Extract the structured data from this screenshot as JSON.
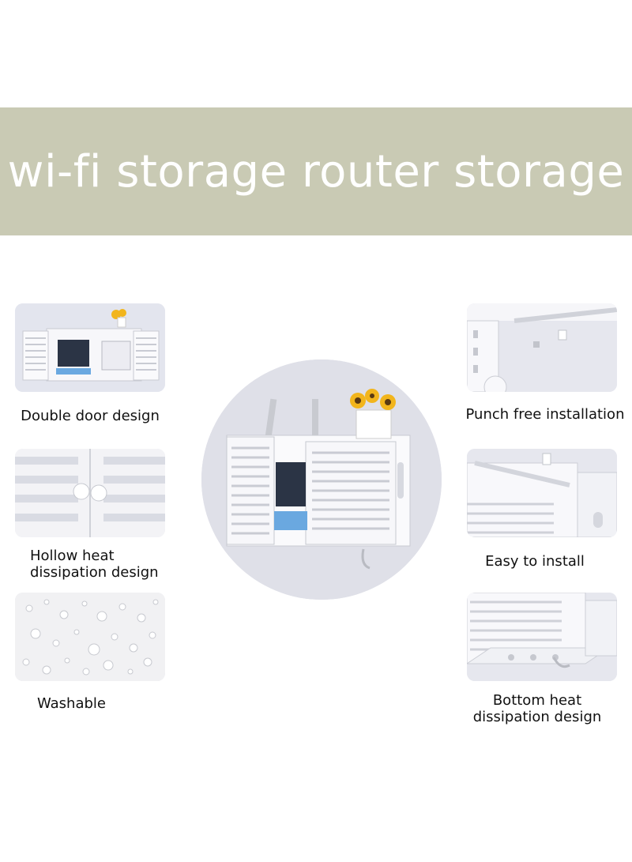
{
  "banner": {
    "title": "wi-fi storage router storage",
    "color": "#c9cab4"
  },
  "features_left": [
    {
      "label": "Double door design"
    },
    {
      "label": "Hollow heat\ndissipation design"
    },
    {
      "label": "Washable"
    }
  ],
  "features_right": [
    {
      "label": "Punch free installation"
    },
    {
      "label": "Easy to install"
    },
    {
      "label": "Bottom heat\ndissipation design"
    }
  ]
}
